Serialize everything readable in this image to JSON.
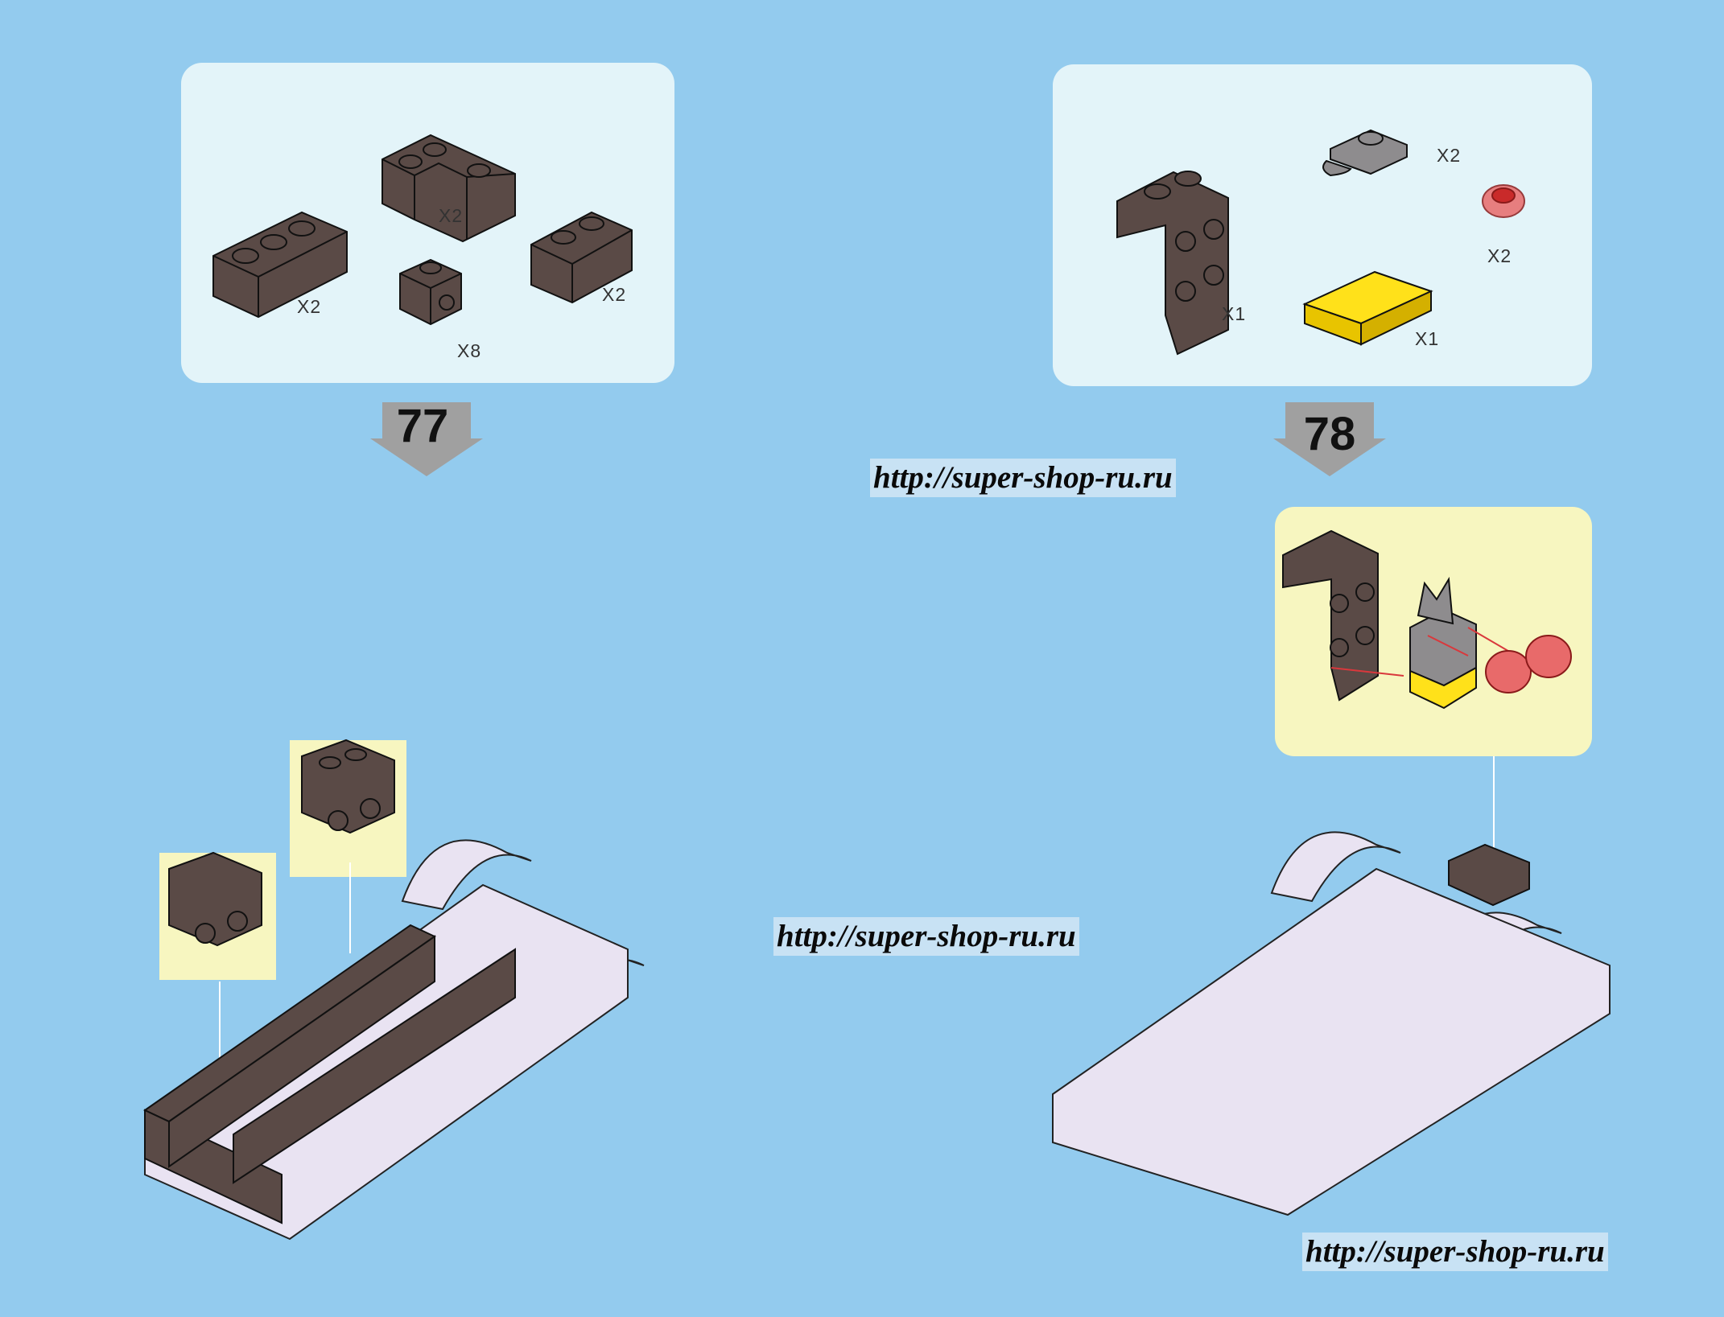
{
  "steps": [
    {
      "number": "77",
      "parts": [
        {
          "shape": "brick-1x3",
          "color": "#5a4a46",
          "qty": "X2"
        },
        {
          "shape": "brick-corner",
          "color": "#5a4a46",
          "qty": "X2"
        },
        {
          "shape": "brick-1x1-side-stud",
          "color": "#5a4a46",
          "qty": "X8"
        },
        {
          "shape": "brick-1x2",
          "color": "#5a4a46",
          "qty": "X2"
        }
      ]
    },
    {
      "number": "78",
      "parts": [
        {
          "shape": "bracket-1x2-2x2",
          "color": "#5a4a46",
          "qty": "X1"
        },
        {
          "shape": "plate-clip",
          "color": "#8e8c8e",
          "qty": "X2"
        },
        {
          "shape": "round-plate-transparent",
          "color": "#d9383c",
          "qty": "X2"
        },
        {
          "shape": "tile-1x2",
          "color": "#ffe11a",
          "qty": "X1"
        }
      ]
    }
  ],
  "watermarks": [
    "http://super-shop-ru.ru",
    "http://super-shop-ru.ru",
    "http://super-shop-ru.ru"
  ],
  "colors": {
    "background": "#93cbee",
    "parts_panel": "#e3f4f9",
    "callout": "#f7f6c0",
    "brown": "#5a4a46",
    "lavender": "#e9e3f2",
    "arrow_gray": "#a0a0a0",
    "red_arrow": "#d9383c"
  }
}
